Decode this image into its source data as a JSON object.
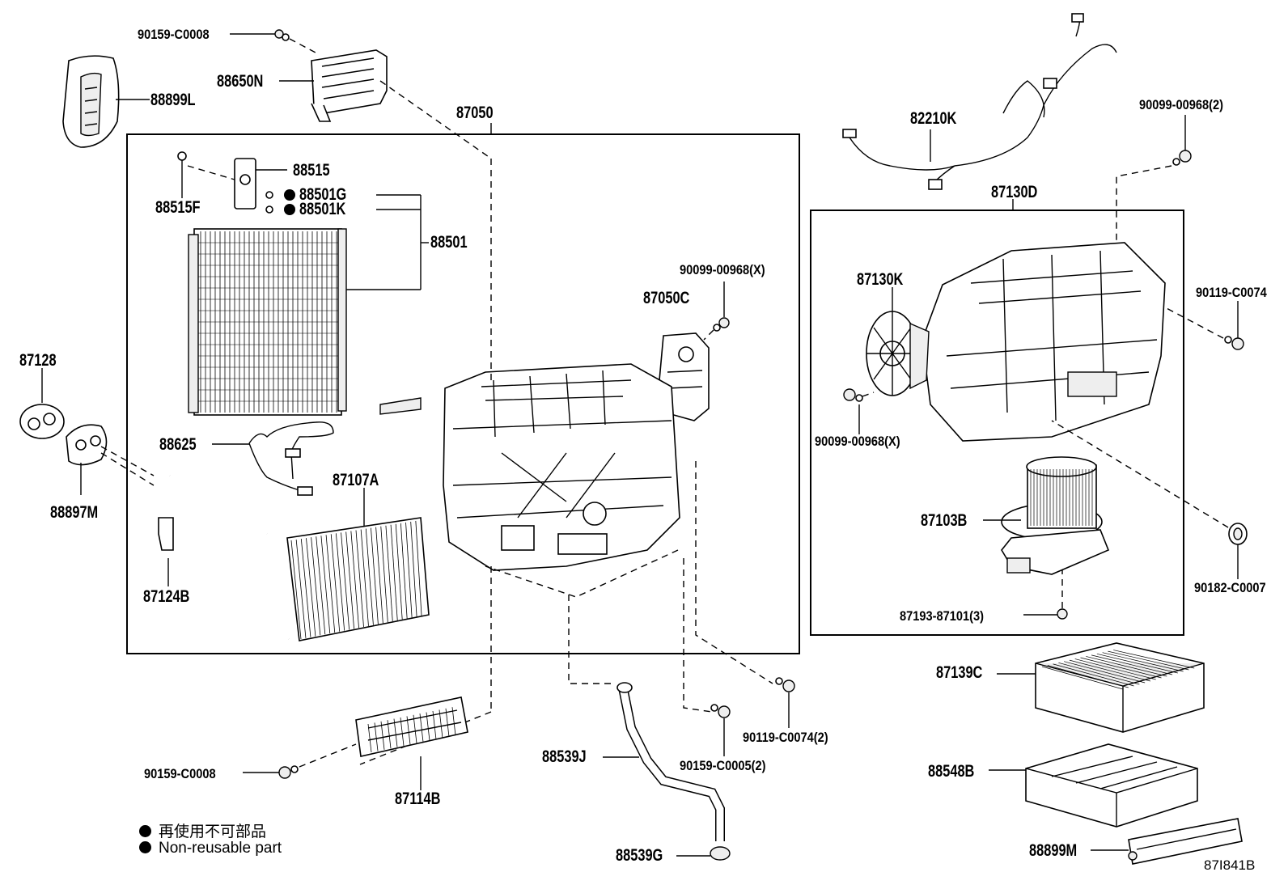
{
  "labels": {
    "p90159_c0008_top": "90159-C0008",
    "p88650n": "88650N",
    "p88899l": "88899L",
    "p87050": "87050",
    "p88515": "88515",
    "p88515f": "88515F",
    "p88501g": "88501G",
    "p88501k": "88501K",
    "p88501": "88501",
    "p82210k": "82210K",
    "p90099_00968_2": "90099-00968(2)",
    "p87130d": "87130D",
    "p87130k": "87130K",
    "p90099_00968_x_mid": "90099-00968(X)",
    "p87050c": "87050C",
    "p90119_c0074": "90119-C0074",
    "p87128": "87128",
    "p88897m": "88897M",
    "p88625": "88625",
    "p87107a": "87107A",
    "p87124b": "87124B",
    "p90099_00968_x_low": "90099-00968(X)",
    "p87103b": "87103B",
    "p90182_c0007": "90182-C0007",
    "p87193_87101": "87193-87101(3)",
    "p87139c": "87139C",
    "p90119_c0074_2": "90119-C0074(2)",
    "p90159_c0005": "90159-C0005(2)",
    "p88539j": "88539J",
    "p90159_c0008_bot": "90159-C0008",
    "p87114b": "87114B",
    "p88548b": "88548B",
    "p88539g": "88539G",
    "p88899m": "88899M"
  },
  "legend": {
    "line1": "再使用不可部品",
    "line2": "Non-reusable part"
  },
  "diagram_code": "87I841B"
}
